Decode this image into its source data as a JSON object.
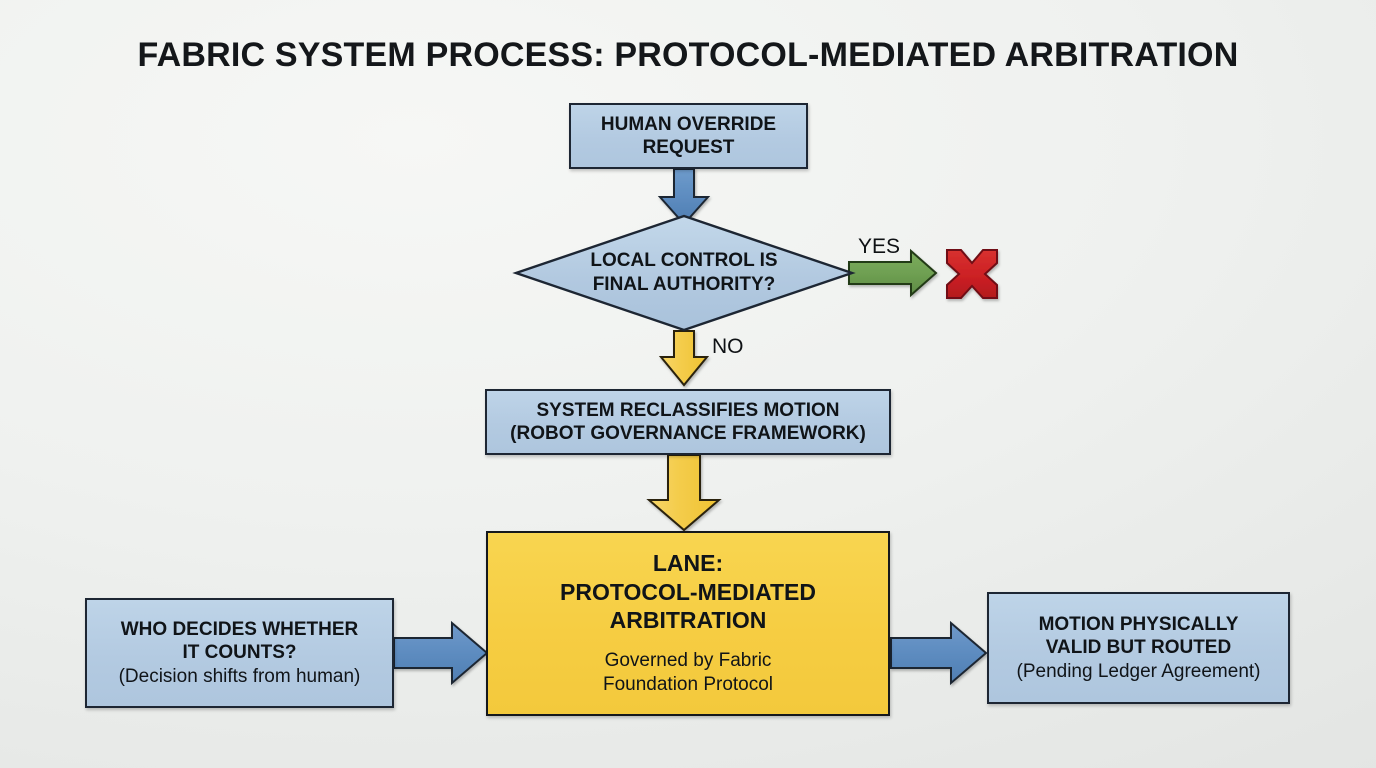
{
  "diagram": {
    "title": "FABRIC SYSTEM PROCESS: PROTOCOL-MEDIATED ARBITRATION",
    "type": "flowchart",
    "background_color": "#eef0ee",
    "palette": {
      "node_blue_fill": "#b3cae1",
      "node_yellow_fill": "#f6cd42",
      "node_border": "#1d2633",
      "arrow_blue": "#5d8cc0",
      "arrow_yellow": "#f4cc4a",
      "arrow_green": "#6fa052",
      "terminator_red": "#cc2024",
      "text": "#101418"
    }
  },
  "nodes": {
    "human_override_request": {
      "shape": "rectangle",
      "fill": "blue",
      "lines": [
        "HUMAN OVERRIDE",
        "REQUEST"
      ]
    },
    "decision_local_control": {
      "shape": "diamond",
      "fill": "blue",
      "lines": [
        "LOCAL CONTROL IS",
        "FINAL AUTHORITY?"
      ]
    },
    "system_reclassifies": {
      "shape": "rectangle",
      "fill": "blue",
      "lines": [
        "SYSTEM RECLASSIFIES MOTION",
        "(ROBOT GOVERNANCE FRAMEWORK)"
      ]
    },
    "lane": {
      "shape": "rectangle",
      "fill": "yellow",
      "title_lines": [
        "LANE:",
        "PROTOCOL-MEDIATED",
        "ARBITRATION"
      ],
      "sub_lines": [
        "Governed by Fabric",
        "Foundation Protocol"
      ]
    },
    "who_decides": {
      "shape": "rectangle",
      "fill": "blue",
      "caption_lines": [
        "WHO DECIDES WHETHER",
        "IT COUNTS?"
      ],
      "sub_lines": [
        "(Decision shifts from human)"
      ]
    },
    "motion_routed": {
      "shape": "rectangle",
      "fill": "blue",
      "caption_lines": [
        "MOTION PHYSICALLY",
        "VALID BUT ROUTED"
      ],
      "sub_lines": [
        "(Pending Ledger Agreement)"
      ]
    },
    "terminator_reject": {
      "shape": "x-mark",
      "color": "#cc2024",
      "meaning": "reject-terminator"
    }
  },
  "edges": [
    {
      "id": "edge-request-to-decision",
      "from": "human_override_request",
      "to": "decision_local_control",
      "label": "",
      "color": "#5d8cc0",
      "direction": "down"
    },
    {
      "id": "edge-decision-yes",
      "from": "decision_local_control",
      "to": "terminator_reject",
      "label": "YES",
      "color": "#6fa052",
      "direction": "right"
    },
    {
      "id": "edge-decision-no",
      "from": "decision_local_control",
      "to": "system_reclassifies",
      "label": "NO",
      "color": "#f4cc4a",
      "direction": "down"
    },
    {
      "id": "edge-reclassify-to-lane",
      "from": "system_reclassifies",
      "to": "lane",
      "label": "",
      "color": "#f4cc4a",
      "direction": "down"
    },
    {
      "id": "edge-who-to-lane",
      "from": "who_decides",
      "to": "lane",
      "label": "",
      "color": "#5d8cc0",
      "direction": "right"
    },
    {
      "id": "edge-lane-to-motion",
      "from": "lane",
      "to": "motion_routed",
      "label": "",
      "color": "#5d8cc0",
      "direction": "right"
    }
  ],
  "labels": {
    "yes": "YES",
    "no": "NO"
  }
}
